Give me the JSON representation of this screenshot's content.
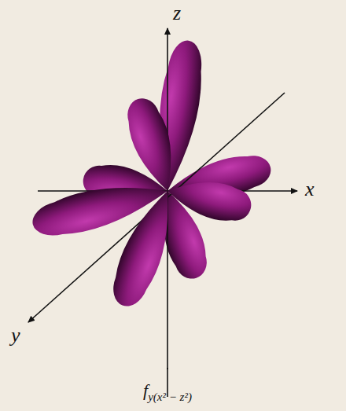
{
  "diagram": {
    "caption": "fy(x² − z²)",
    "labels": [
      "z",
      "x",
      "y"
    ]
  }
}
